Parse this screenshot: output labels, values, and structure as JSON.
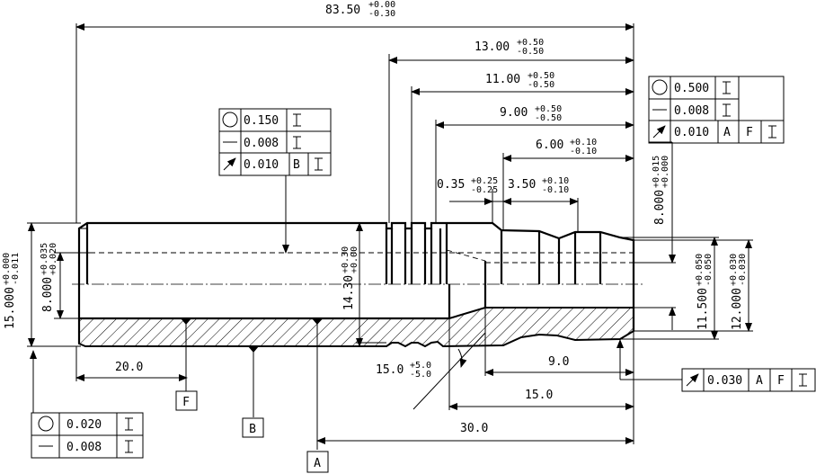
{
  "dimensions": {
    "overall_length": {
      "value": "83.50",
      "upper": "+0.00",
      "lower": "-0.30"
    },
    "d13": {
      "value": "13.00",
      "upper": "+0.50",
      "lower": "-0.50"
    },
    "d11": {
      "value": "11.00",
      "upper": "+0.50",
      "lower": "-0.50"
    },
    "d9": {
      "value": "9.00",
      "upper": "+0.50",
      "lower": "-0.50"
    },
    "d6": {
      "value": "6.00",
      "upper": "+0.10",
      "lower": "-0.10"
    },
    "d035": {
      "value": "0.35",
      "upper": "+0.25",
      "lower": "-0.25"
    },
    "d350": {
      "value": "3.50",
      "upper": "+0.10",
      "lower": "-0.10"
    },
    "dia_outer": {
      "value": "15.000",
      "upper": "+0.000",
      "lower": "-0.011"
    },
    "dia_bore_left": {
      "value": "8.000",
      "upper": "+0.035",
      "lower": "+0.020"
    },
    "dia_1430": {
      "value": "14.30",
      "upper": "+0.30",
      "lower": "+0.00"
    },
    "dia_bore_right": {
      "value": "8.000",
      "upper": "+0.015",
      "lower": "+0.000"
    },
    "dia_1150": {
      "value": "11.500",
      "upper": "+0.050",
      "lower": "-0.050"
    },
    "dia_12": {
      "value": "12.000",
      "upper": "+0.030",
      "lower": "-0.030"
    },
    "len_20": "20.0",
    "len_9": "9.0",
    "len_15": "15.0",
    "len_30": "30.0",
    "angle_15": {
      "value": "15.0",
      "upper": "+5.0",
      "lower": "-5.0"
    }
  },
  "frames": {
    "top_left": [
      {
        "symbol": "circularity",
        "value": "0.150"
      },
      {
        "symbol": "straightness",
        "value": "0.008"
      },
      {
        "symbol": "runout",
        "value": "0.010",
        "datum": "B"
      }
    ],
    "top_right": [
      {
        "symbol": "circularity",
        "value": "0.500"
      },
      {
        "symbol": "straightness",
        "value": "0.008"
      },
      {
        "symbol": "runout",
        "value": "0.010",
        "datum1": "A",
        "datum2": "F"
      }
    ],
    "bottom_left": [
      {
        "symbol": "circularity",
        "value": "0.020"
      },
      {
        "symbol": "straightness",
        "value": "0.008"
      }
    ],
    "bottom_right": [
      {
        "symbol": "runout",
        "value": "0.030",
        "datum1": "A",
        "datum2": "F"
      }
    ]
  },
  "datums": {
    "f": "F",
    "b": "B",
    "a": "A"
  }
}
